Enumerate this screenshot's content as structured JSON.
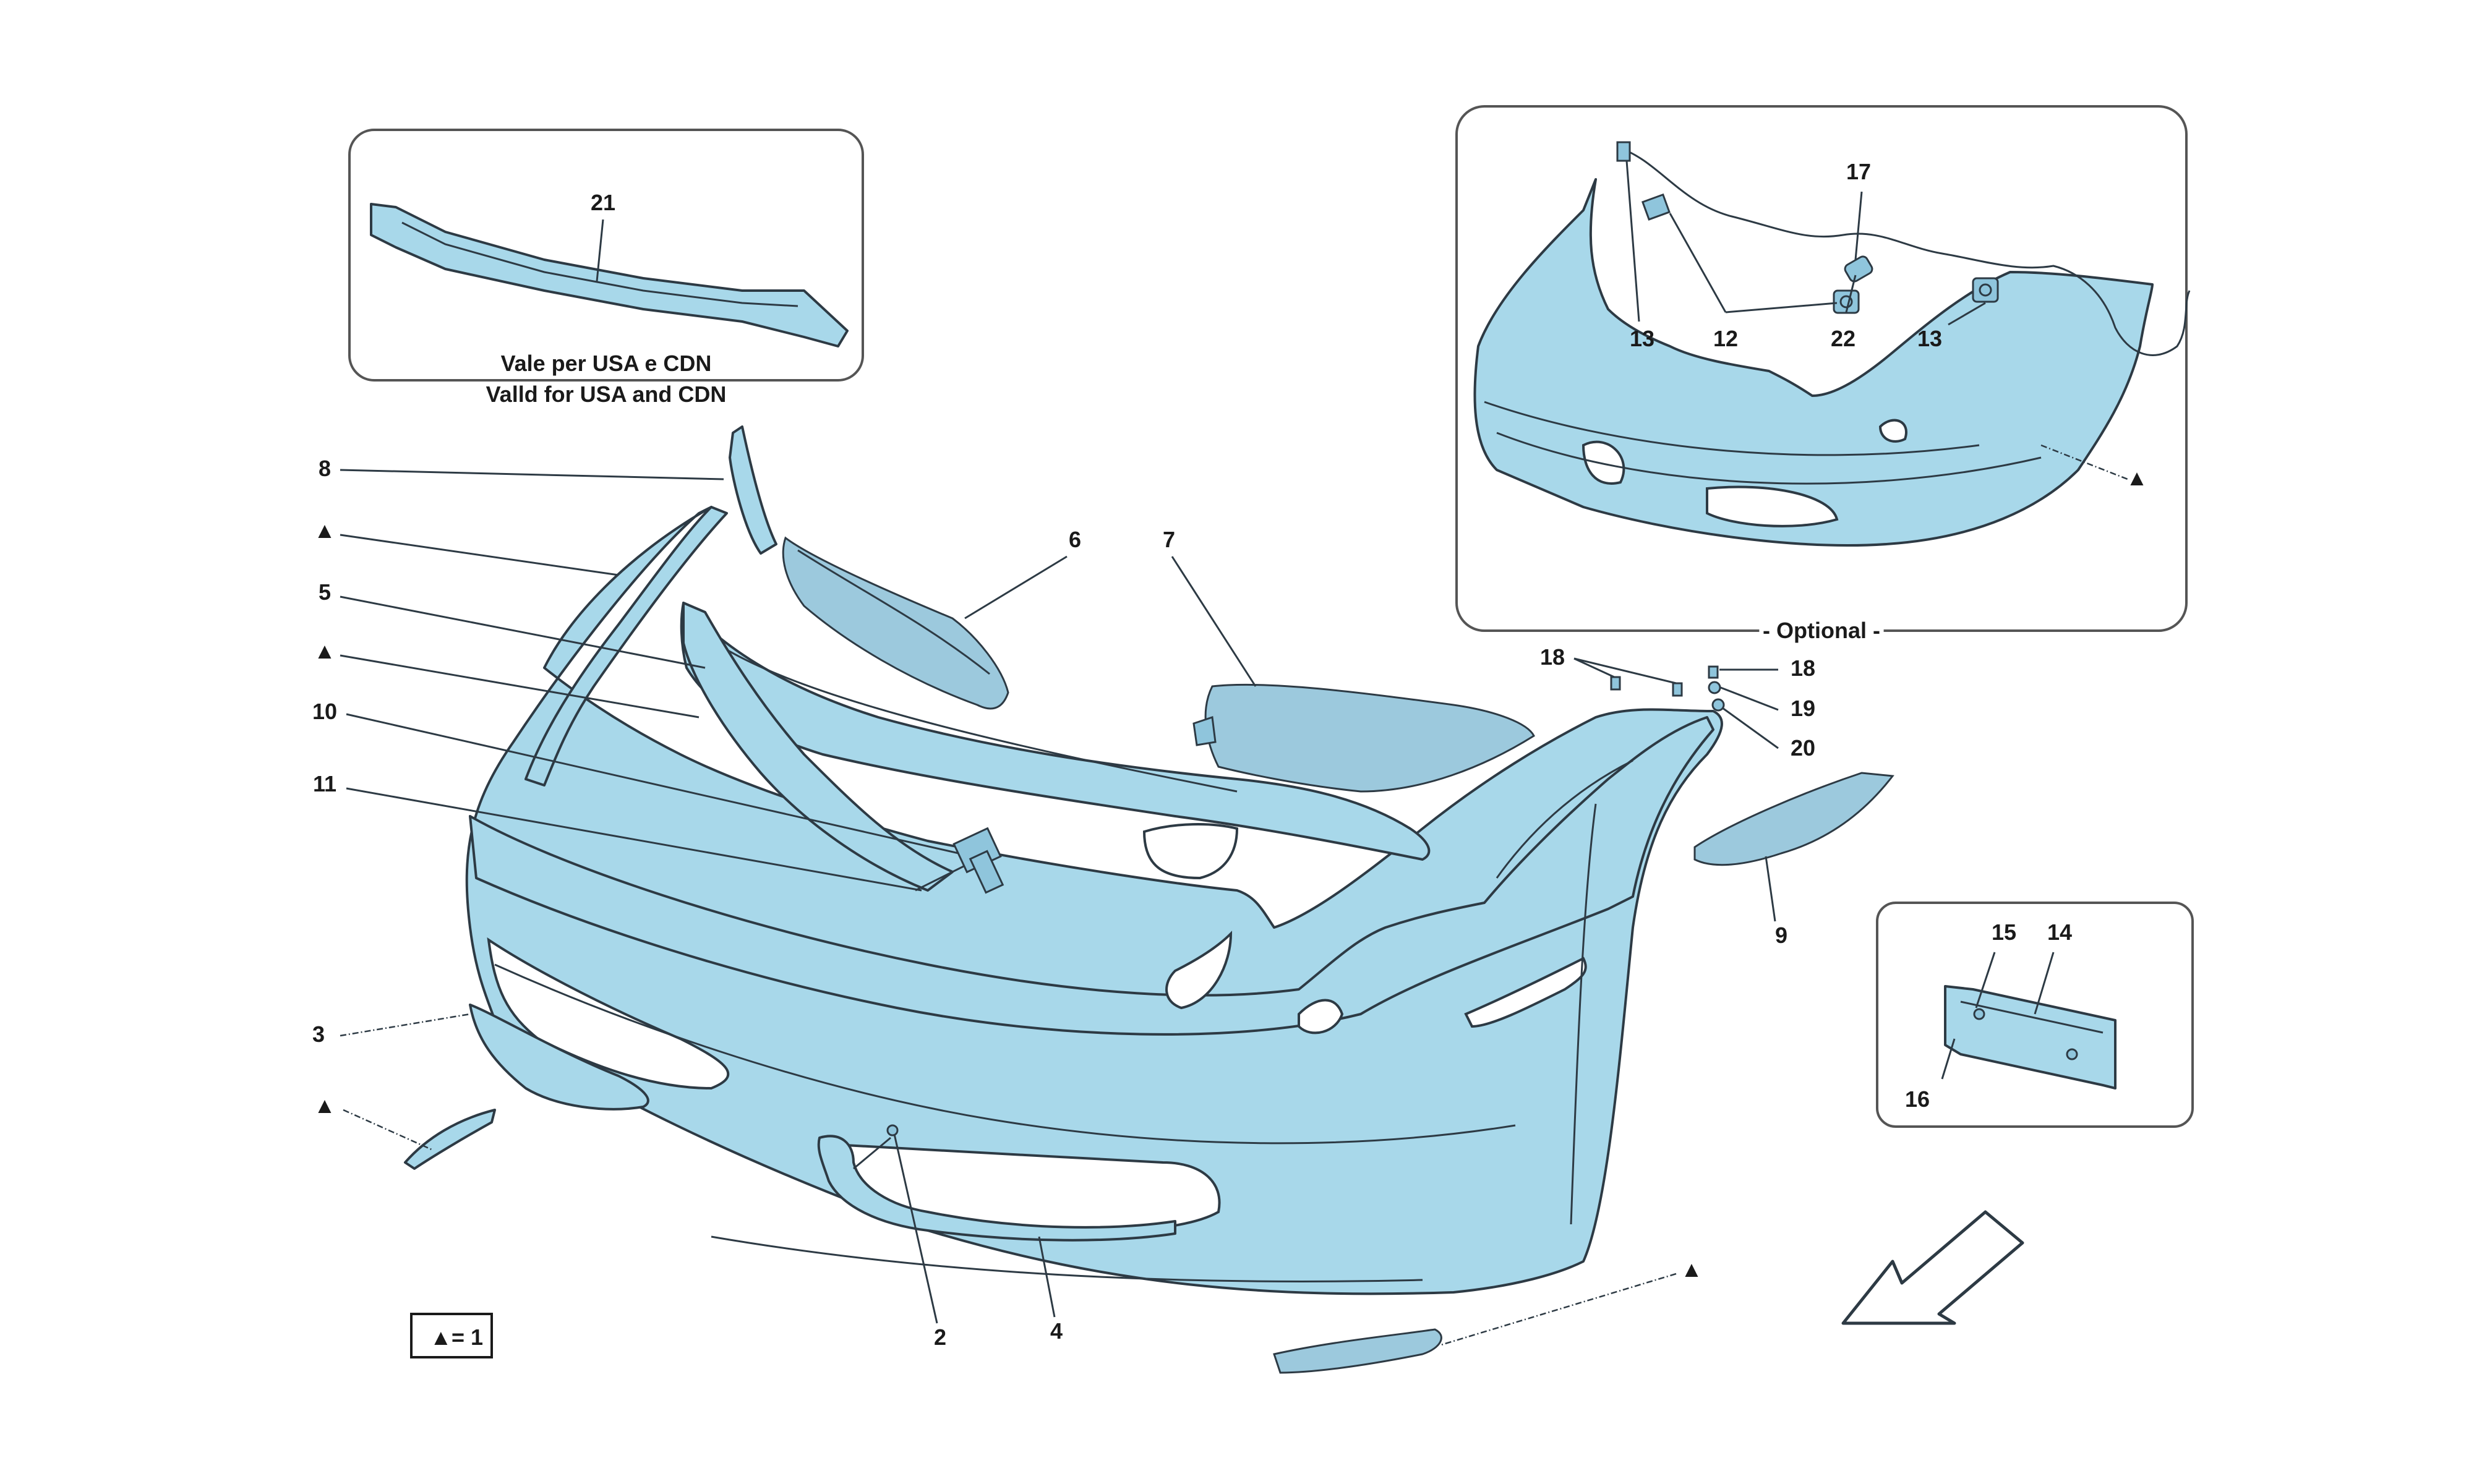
{
  "inset_usa": {
    "label_it": "Vale per USA e CDN",
    "label_en": "Valld for USA and CDN"
  },
  "inset_optional": {
    "label": "- Optional -"
  },
  "legend": {
    "symbol": "▲",
    "text": "= 1"
  },
  "callouts": {
    "c1": "21",
    "c2": "8",
    "c3": "6",
    "c4": "7",
    "c5": "5",
    "c6": "10",
    "c7": "11",
    "c8": "3",
    "c9": "2",
    "c10": "4",
    "c11": "9",
    "c12": "18",
    "c13": "18",
    "c14": "19",
    "c15": "20",
    "c16": "17",
    "c17": "13",
    "c18": "12",
    "c19": "22",
    "c20": "13",
    "c21": "15",
    "c22": "14",
    "c23": "16",
    "tri": "▲"
  },
  "colors": {
    "part_fill": "#a8d8ea",
    "outline": "#2d3a44"
  }
}
